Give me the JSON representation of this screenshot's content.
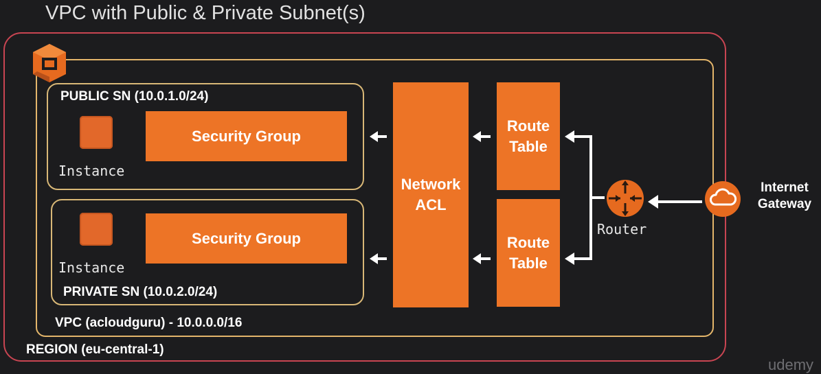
{
  "title": "VPC with Public & Private Subnet(s)",
  "region_label": "REGION (eu-central-1)",
  "vpc_label": "VPC (acloudguru) - 10.0.0.0/16",
  "public_subnet": {
    "label": "PUBLIC SN (10.0.1.0/24)",
    "instance_label": "Instance",
    "security_group_label": "Security Group"
  },
  "private_subnet": {
    "label": "PRIVATE SN (10.0.2.0/24)",
    "instance_label": "Instance",
    "security_group_label": "Security Group"
  },
  "network_acl": {
    "line1": "Network",
    "line2": "ACL"
  },
  "route_table_top": {
    "line1": "Route",
    "line2": "Table"
  },
  "route_table_bottom": {
    "line1": "Route",
    "line2": "Table"
  },
  "router_label": "Router",
  "internet_gateway": {
    "line1": "Internet",
    "line2": "Gateway"
  },
  "watermark": "udemy",
  "colors": {
    "region_border": "#c94552",
    "vpc_border": "#e4b66b",
    "component_orange": "#ed7426",
    "background": "#1c1c1e"
  },
  "icons": [
    "aws-vpc-icon",
    "router-icon",
    "cloud-icon"
  ]
}
